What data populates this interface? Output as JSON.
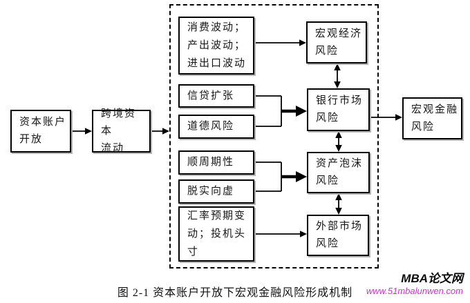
{
  "diagram": {
    "nodes": {
      "capital_account": "资本账户\n开放",
      "cross_border_capital": "跨境资本\n流动",
      "consumption_fluctuation": "消费波动；\n产出波动；\n进出口波动",
      "credit_expansion": "信贷扩张",
      "moral_hazard": "道德风险",
      "procyclicality": "顺周期性",
      "real_to_virtual": "脱实向虚",
      "exchange_rate_expectation": "汇率预期变\n动；投机头\n寸",
      "macro_economic_risk": "宏观经济\n风险",
      "bank_market_risk": "银行市场\n风险",
      "asset_bubble_risk": "资产泡沫\n风险",
      "external_market_risk": "外部市场\n风险",
      "macro_financial_risk": "宏观金融\n风险"
    },
    "caption": "图 2-1  资本账户开放下宏观金融风险形成机制",
    "watermark": {
      "site_name": "MBA论文网",
      "site_url": "www.51mbalunwen.com"
    },
    "colors": {
      "line": "#000000",
      "box_border": "#000000",
      "box_shadow": "#b4b4b4",
      "watermark_url": "#cc33cc"
    }
  }
}
